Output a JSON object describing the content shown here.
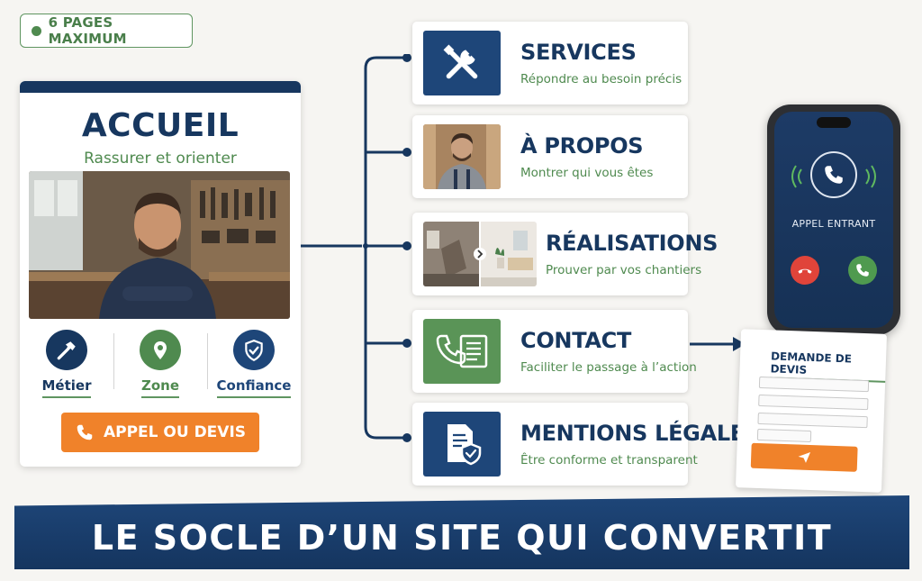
{
  "badge": {
    "label": "6 PAGES MAXIMUM",
    "color": "#4f8a4f"
  },
  "home": {
    "title": "ACCUEIL",
    "subtitle": "Rassurer et orienter",
    "icons": [
      {
        "label": "Métier",
        "icon": "hammer-icon",
        "color": "#17375f"
      },
      {
        "label": "Zone",
        "icon": "location-pin-icon",
        "color": "#4f8a4f"
      },
      {
        "label": "Confiance",
        "icon": "shield-check-icon",
        "color": "#1e4679"
      }
    ],
    "cta_label": "APPEL OU DEVIS"
  },
  "pages": [
    {
      "title": "SERVICES",
      "description": "Répondre au besoin précis",
      "icon": "tools-icon"
    },
    {
      "title": "À PROPOS",
      "description": "Montrer qui vous êtes",
      "icon": "portrait-photo"
    },
    {
      "title": "RÉALISATIONS",
      "description": "Prouver par vos chantiers",
      "icon": "before-after-photo"
    },
    {
      "title": "CONTACT",
      "description": "Faciliter le passage à l’action",
      "icon": "phone-form-icon"
    },
    {
      "title": "MENTIONS LÉGALES",
      "description": "Être conforme et transparent",
      "icon": "document-shield-icon"
    }
  ],
  "phone": {
    "call_label": "APPEL ENTRANT"
  },
  "form": {
    "title": "DEMANDE DE DEVIS",
    "send_icon": "paper-plane-icon"
  },
  "banner": {
    "text": "LE SOCLE D’UN SITE QUI CONVERTIT"
  },
  "colors": {
    "navy": "#17375f",
    "green": "#4f8a4f",
    "orange": "#f0822a"
  }
}
